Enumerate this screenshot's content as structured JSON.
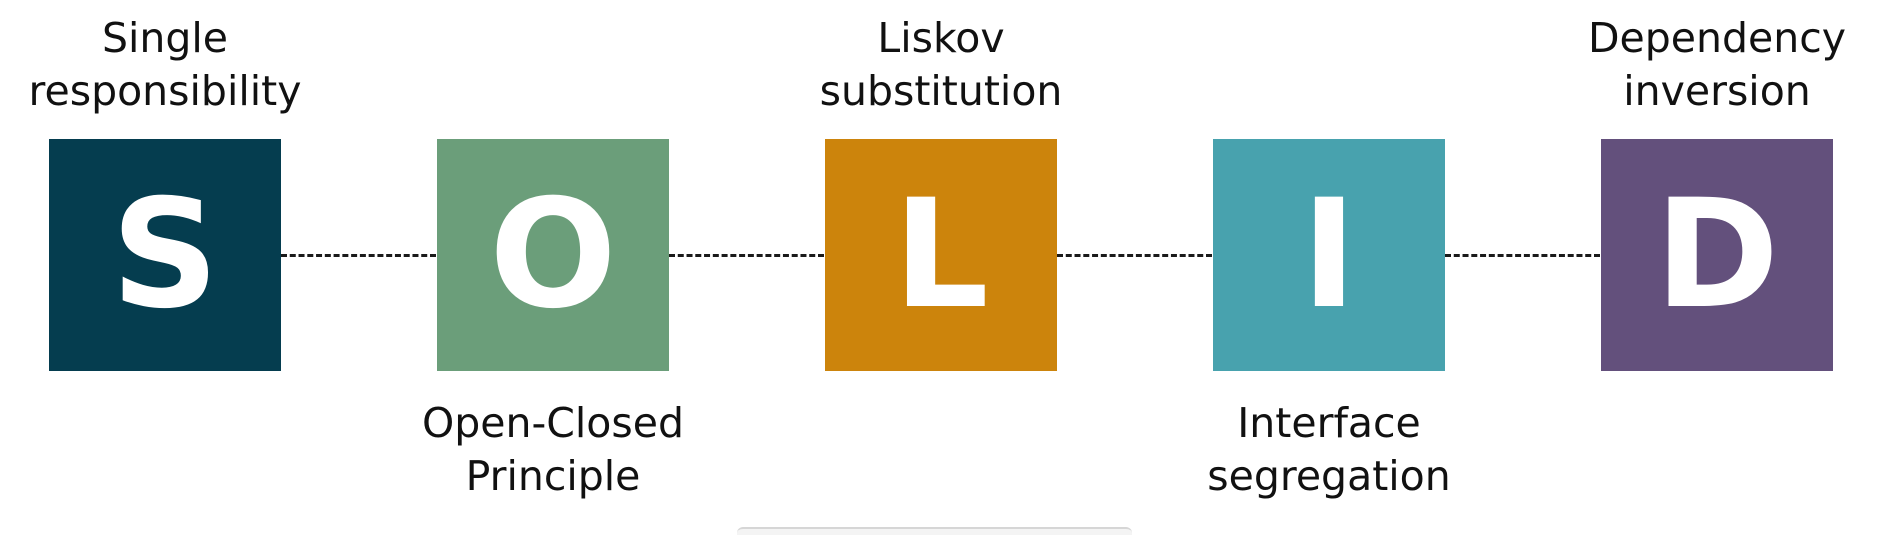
{
  "principles": [
    {
      "letter": "S",
      "label_lines": [
        "Single",
        "responsibility"
      ],
      "color": "#053d4f",
      "label_position": "top"
    },
    {
      "letter": "O",
      "label_lines": [
        "Open-Closed",
        "Principle"
      ],
      "color": "#6b9e7a",
      "label_position": "bottom"
    },
    {
      "letter": "L",
      "label_lines": [
        "Liskov",
        "substitution"
      ],
      "color": "#cc840c",
      "label_position": "top"
    },
    {
      "letter": "I",
      "label_lines": [
        "Interface",
        "segregation"
      ],
      "color": "#48a2ae",
      "label_position": "bottom"
    },
    {
      "letter": "D",
      "label_lines": [
        "Dependency",
        "inversion"
      ],
      "color": "#63507c",
      "label_position": "top"
    }
  ],
  "colors": {
    "connector": "#1a1a1a",
    "text": "#111111",
    "letter": "#ffffff",
    "background": "#ffffff"
  }
}
